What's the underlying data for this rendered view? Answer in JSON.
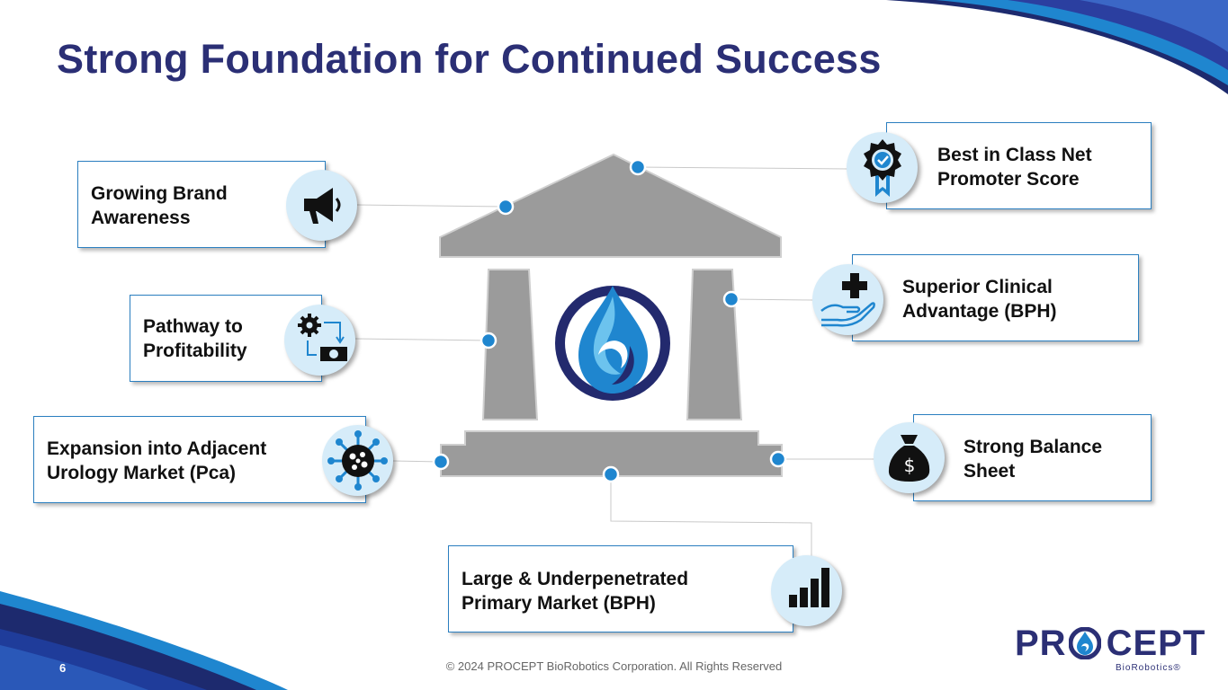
{
  "slide": {
    "title": "Strong Foundation for Continued Success",
    "page_number": "6",
    "footer": "© 2024 PROCEPT BioRobotics Corporation. All Rights Reserved"
  },
  "logo": {
    "wordmark_left": "PR",
    "wordmark_right": "CEPT",
    "subtitle": "BioRobotics®"
  },
  "cards": {
    "growing_brand": {
      "line1": "Growing Brand",
      "line2": "Awareness",
      "icon": "megaphone-icon"
    },
    "pathway": {
      "line1": "Pathway to",
      "line2": "Profitability",
      "icon": "gear-cash-cycle-icon"
    },
    "expansion": {
      "line1": "Expansion into Adjacent",
      "line2": "Urology Market (Pca)",
      "icon": "cell-icon"
    },
    "best_in_class": {
      "line1": "Best in Class Net",
      "line2": "Promoter Score",
      "icon": "award-ribbon-icon"
    },
    "superior_clinical": {
      "line1": "Superior Clinical",
      "line2": "Advantage (BPH)",
      "icon": "hand-medical-cross-icon"
    },
    "balance_sheet": {
      "line1": "Strong Balance",
      "line2": "Sheet",
      "icon": "money-bag-icon"
    },
    "large_market": {
      "line1": "Large & Underpenetrated",
      "line2": "Primary Market (BPH)",
      "icon": "bar-chart-icon"
    }
  },
  "colors": {
    "title": "#2b2f75",
    "accent_blue": "#2b7fc0",
    "connector_dot": "#1f86cf",
    "building_gray": "#9b9b9b",
    "icon_bg": "#d6ecf9",
    "corner_navy": "#1d2a6e"
  }
}
